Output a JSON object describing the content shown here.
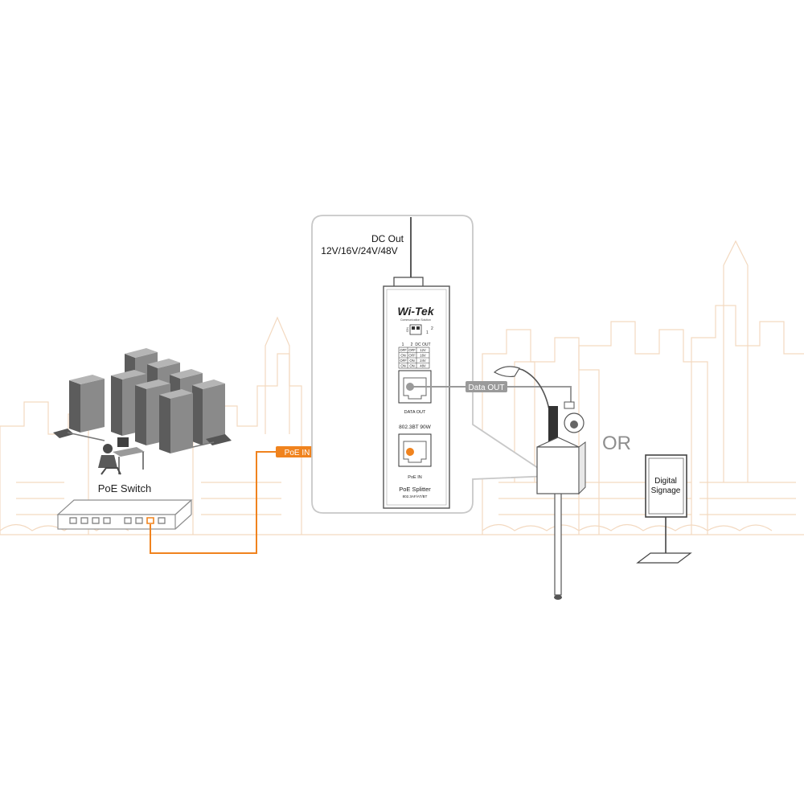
{
  "switch": {
    "label": "PoE Switch"
  },
  "splitter": {
    "dc_out_title": "DC Out",
    "dc_out_voltages": "12V/16V/24V/48V",
    "brand": "Wi-Tek",
    "brand_tagline": "Communication Solution",
    "dip_table": {
      "header": [
        "1",
        "2",
        "DC OUT"
      ],
      "rows": [
        [
          "OFF",
          "OFF",
          "12V"
        ],
        [
          "ON",
          "OFF",
          "16V"
        ],
        [
          "OFF",
          "ON",
          "24V"
        ],
        [
          "ON",
          "ON",
          "48V"
        ]
      ]
    },
    "dip_on": "ON",
    "dip_num_1": "1",
    "dip_num_2": "2",
    "data_out_port_label": "DATA OUT",
    "standard_label": "802.3BT 90W",
    "poe_in_port_label": "PoE IN",
    "model_name": "PoE Splitter",
    "model_standard": "802.3AF/AT/BT"
  },
  "links": {
    "poe_in": "PoE IN",
    "data_out": "Data OUT"
  },
  "or_label": "OR",
  "signage": {
    "line1": "Digital",
    "line2": "Signage"
  },
  "colors": {
    "accent_orange": "#f0831e",
    "gray_line": "#9a9a9a",
    "skyline": "#f3d9c0"
  }
}
